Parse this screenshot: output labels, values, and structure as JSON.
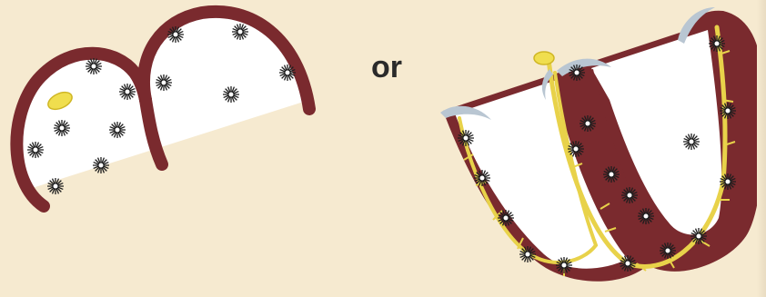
{
  "connector_label": "or",
  "colors": {
    "background": "#f6ead0",
    "muscle": "#7a2a2e",
    "cavity": "#ffffff",
    "conduction": "#e8d24a",
    "valve": "#b9c6d2",
    "pacemaker_cell": "#1e1e1e"
  },
  "icons": {
    "pacemaker_cell": "star-burst",
    "node": "yellow-oval",
    "valve_flap": "gray-hook"
  },
  "left_diagram": {
    "description_id": "uncoordinated-heart",
    "pacemaker_cell_count": 12,
    "has_node": true
  },
  "right_diagram": {
    "description_id": "coordinated-heart",
    "pacemaker_cell_count": 18,
    "has_conduction_pathway": true,
    "valve_count": 4
  }
}
